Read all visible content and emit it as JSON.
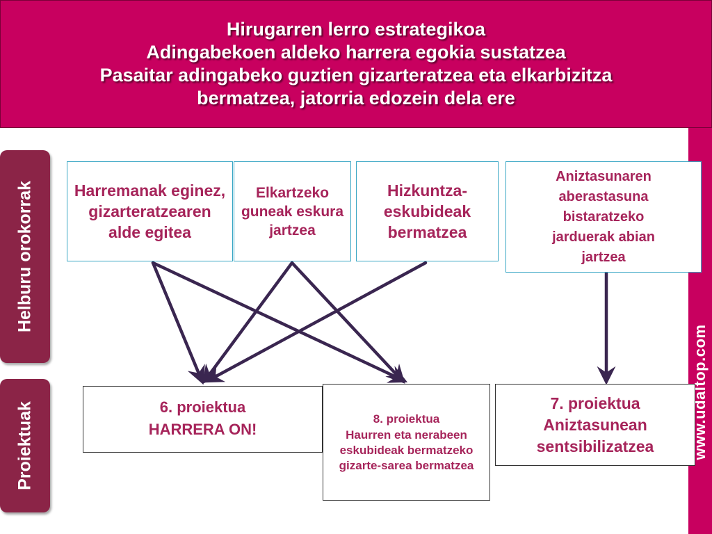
{
  "header": {
    "lines": [
      "Hirugarren lerro estrategikoa",
      "Adingabekoen aldeko harrera egokia sustatzea",
      "Pasaitar adingabeko guztien gizarteratzea eta elkarbizitza",
      "bermatzea, jatorria edozein dela ere"
    ]
  },
  "side_labels": {
    "goals": "Helburu orokorrak",
    "projects": "Proiektuak",
    "website": "www.udaltop.com"
  },
  "goals": [
    "Harremanak eginez, gizarteratzearen alde egitea",
    "Elkartzeko guneak eskura jartzea",
    "Hizkuntza-eskubideak bermatzea",
    "Aniztasunaren aberastasuna bistaratzeko jarduerak abian jartzea"
  ],
  "projects": [
    {
      "title": "6. proiektua",
      "subtitle": "HARRERA ON!"
    },
    {
      "title": "8. proiektua",
      "subtitle": "Haurren eta nerabeen eskubideak bermatzeko gizarte-sarea bermatzea"
    },
    {
      "title": "7. proiektua",
      "subtitle": "Aniztasunean sentsibilizatzea"
    }
  ],
  "colors": {
    "header_bg": "#c8005f",
    "label_bg": "#8b2447",
    "text_accent": "#a6245a",
    "box_border": "#38a6c4",
    "arrow": "#3a2650"
  }
}
